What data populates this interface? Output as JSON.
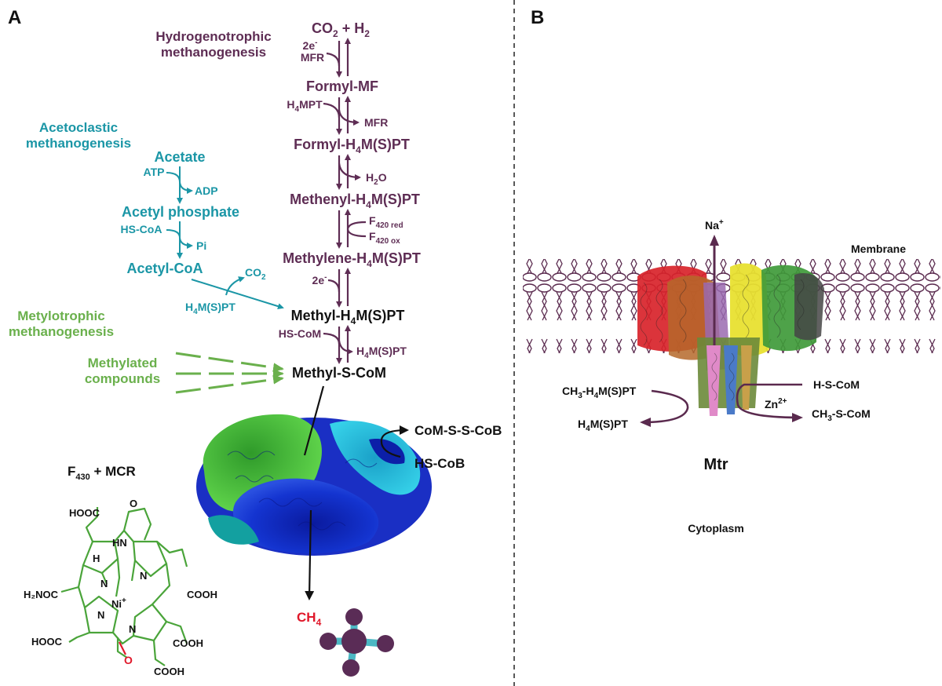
{
  "panel_a": {
    "label": "A",
    "hydro_title": [
      "Hydrogenotrophic",
      "methanogenesis"
    ],
    "aceto_title": [
      "Acetoclastic",
      "methanogenesis"
    ],
    "methylo_title": [
      "Metylotrophic",
      "methanogenesis"
    ],
    "methylated": [
      "Methylated",
      "compounds"
    ],
    "co2_h2": {
      "a": "CO",
      "sub": "2",
      "b": " + H",
      "sub2": "2"
    },
    "cofactor_2e": "2e",
    "cofactor_2e_sup": "-",
    "mfr": "MFR",
    "formyl_mf": "Formyl-MF",
    "h4mpt": {
      "a": "H",
      "sub": "4",
      "b": "MPT"
    },
    "mfr_out": "MFR",
    "formyl_h4msp": {
      "a": "Formyl-H",
      "sub": "4",
      "b": "M(S)PT"
    },
    "h2o": {
      "a": "H",
      "sub": "2",
      "b": "O"
    },
    "methenyl": {
      "a": "Methenyl-H",
      "sub": "4",
      "b": "M(S)PT"
    },
    "f420_red": {
      "a": "F",
      "sub": "420 red"
    },
    "f420_ox": {
      "a": "F",
      "sub": "420 ox"
    },
    "methylene": {
      "a": "Methylene-H",
      "sub": "4",
      "b": "M(S)PT"
    },
    "e2": "2e",
    "e2_sup": "-",
    "methyl_h4msp": {
      "a": "Methyl-H",
      "sub": "4",
      "b": "M(S)PT"
    },
    "hs_com": "HS-CoM",
    "h4msp_out": {
      "a": "H",
      "sub": "4",
      "b": "M(S)PT"
    },
    "methyl_s_com": "Methyl-S-CoM",
    "acetate": "Acetate",
    "atp": "ATP",
    "adp": "ADP",
    "acetyl_phosphate": "Acetyl phosphate",
    "hs_coa": "HS-CoA",
    "pi": "Pi",
    "acetyl_coa": "Acetyl-CoA",
    "co2": {
      "a": "CO",
      "sub": "2"
    },
    "h4msp_aceto": {
      "a": "H",
      "sub": "4",
      "b": "M(S)PT"
    },
    "com_s_s_cob": "CoM-S-S-CoB",
    "hs_cob": "HS-CoB",
    "f430": {
      "a": "F",
      "sub": "430",
      "b": " + MCR"
    },
    "ch4": {
      "a": "CH",
      "sub": "4"
    },
    "struct": {
      "hooc_top": "HOOC",
      "o_top": "O",
      "hn": "HN",
      "h": "H",
      "h2noc": "H₂NOC",
      "cooh_r": "COOH",
      "n1": "N",
      "n2": "N",
      "n3": "N",
      "n4": "N",
      "ni": "Ni",
      "ni_sup": "+",
      "hooc_bl": "HOOC",
      "cooh_br": "COOH",
      "cooh_bot": "COOH",
      "o_red": "O"
    }
  },
  "panel_b": {
    "label": "B",
    "na": "Na",
    "na_sup": "+",
    "membrane": "Membrane",
    "ch3_h4msp": {
      "a": "CH",
      "sub": "3",
      "b": "-H",
      "sub2": "4",
      "c": "M(S)PT"
    },
    "h4msp": {
      "a": "H",
      "sub": "4",
      "b": "M(S)PT"
    },
    "h_s_com": "H-S-CoM",
    "zn": "Zn",
    "zn_sup": "2+",
    "ch3_s_com": {
      "a": "CH",
      "sub": "3",
      "b": "-S-CoM"
    },
    "mtr": "Mtr",
    "cytoplasm": "Cytoplasm"
  },
  "colors": {
    "hydro": "#5e2d54",
    "aceto": "#1b96a6",
    "methylo": "#6ab04c",
    "black": "#111111",
    "ch4_red": "#e0182a",
    "membrane": "#5a2a4e",
    "struct_green": "#4aa43a",
    "mol_purple": "#5a2c56",
    "mol_teal": "#4cb8c4"
  }
}
